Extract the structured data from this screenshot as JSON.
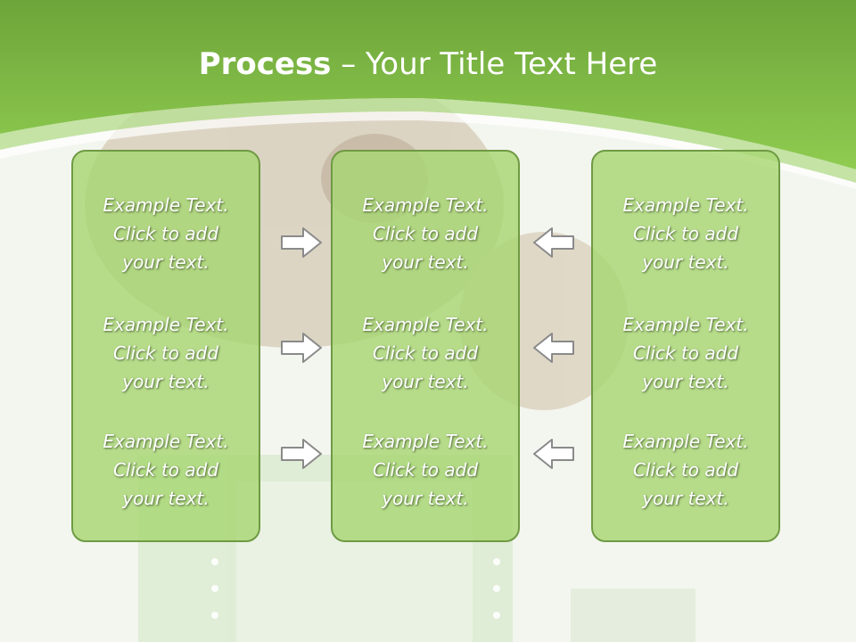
{
  "slide": {
    "title_strong": "Process",
    "title_rest": " – Your Title Text Here"
  },
  "panels": [
    {
      "blocks": [
        [
          "Example Text.",
          "Click  to add",
          "your text."
        ],
        [
          "Example Text.",
          "Click  to add",
          "your text."
        ],
        [
          "Example Text.",
          "Click  to add",
          "your text."
        ]
      ]
    },
    {
      "blocks": [
        [
          "Example Text.",
          "Click  to add",
          "your text."
        ],
        [
          "Example Text.",
          "Click  to add",
          "your text."
        ],
        [
          "Example Text.",
          "Click  to add",
          "your text."
        ]
      ]
    },
    {
      "blocks": [
        [
          "Example Text.",
          "Click  to add",
          "your text."
        ],
        [
          "Example Text.",
          "Click  to add",
          "your text."
        ],
        [
          "Example Text.",
          "Click  to add",
          "your text."
        ]
      ]
    }
  ],
  "arrows": {
    "left_side": [
      "right-arrow-icon",
      "right-arrow-icon",
      "right-arrow-icon"
    ],
    "right_side": [
      "left-arrow-icon",
      "left-arrow-icon",
      "left-arrow-icon"
    ]
  },
  "colors": {
    "header_green": "#7cbf45",
    "panel_fill": "#a6d670",
    "panel_border": "#6f9a43"
  }
}
